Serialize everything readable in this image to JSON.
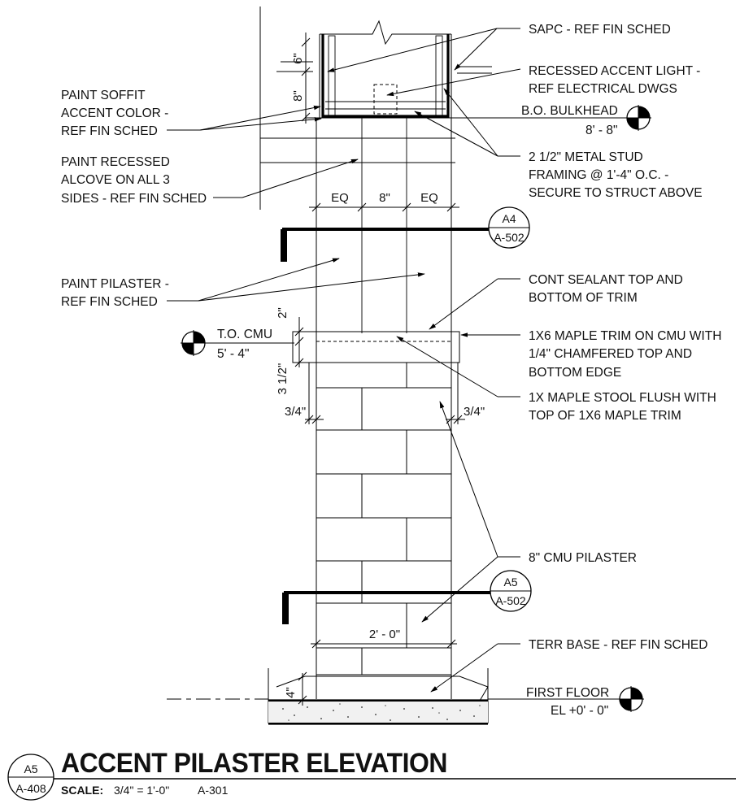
{
  "notes": {
    "sapc": "SAPC - REF FIN SCHED",
    "recessed_light_1": "RECESSED ACCENT LIGHT -",
    "recessed_light_2": "REF ELECTRICAL DWGS",
    "bulkhead": "B.O. BULKHEAD",
    "bulkhead_elev": "8' - 8\"",
    "stud_1": "2 1/2\" METAL STUD",
    "stud_2": "FRAMING @ 1'-4\" O.C. -",
    "stud_3": "SECURE TO STRUCT ABOVE",
    "soffit_1": "PAINT SOFFIT",
    "soffit_2": "ACCENT COLOR -",
    "soffit_3": "REF FIN SCHED",
    "alcove_1": "PAINT RECESSED",
    "alcove_2": "ALCOVE ON ALL 3",
    "alcove_3": "SIDES - REF FIN SCHED",
    "pilaster_paint_1": "PAINT PILASTER -",
    "pilaster_paint_2": "REF FIN SCHED",
    "sealant_1": "CONT SEALANT TOP AND",
    "sealant_2": "BOTTOM OF TRIM",
    "trim_1": "1X6 MAPLE TRIM ON CMU WITH",
    "trim_2": "1/4\" CHAMFERED TOP AND",
    "trim_3": "BOTTOM EDGE",
    "stool_1": "1X MAPLE STOOL FLUSH WITH",
    "stool_2": "TOP OF 1X6 MAPLE TRIM",
    "cmu": "8\" CMU PILASTER",
    "terr_base": "TERR BASE - REF FIN SCHED",
    "to_cmu": "T.O. CMU",
    "to_cmu_elev": "5' - 4\"",
    "first_floor": "FIRST FLOOR",
    "first_floor_elev": "EL +0' - 0\""
  },
  "dims": {
    "six": "6\"",
    "eight_v": "8\"",
    "eq_left": "EQ",
    "eight_mid": "8\"",
    "eq_right": "EQ",
    "two_in": "2\"",
    "three_half": "3 1/2\"",
    "three_quarter_left": "3/4\"",
    "three_quarter_right": "3/4\"",
    "two_ft": "2' - 0\"",
    "four": "4\""
  },
  "section_markers": {
    "upper_top": "A4",
    "upper_bottom": "A-502",
    "lower_top": "A5",
    "lower_bottom": "A-502"
  },
  "title_block": {
    "tag_top": "A5",
    "tag_bottom": "A-408",
    "title": "ACCENT PILASTER ELEVATION",
    "scale_label": "SCALE:",
    "scale_value": "3/4\" = 1'-0\"",
    "sheet_ref": "A-301"
  }
}
